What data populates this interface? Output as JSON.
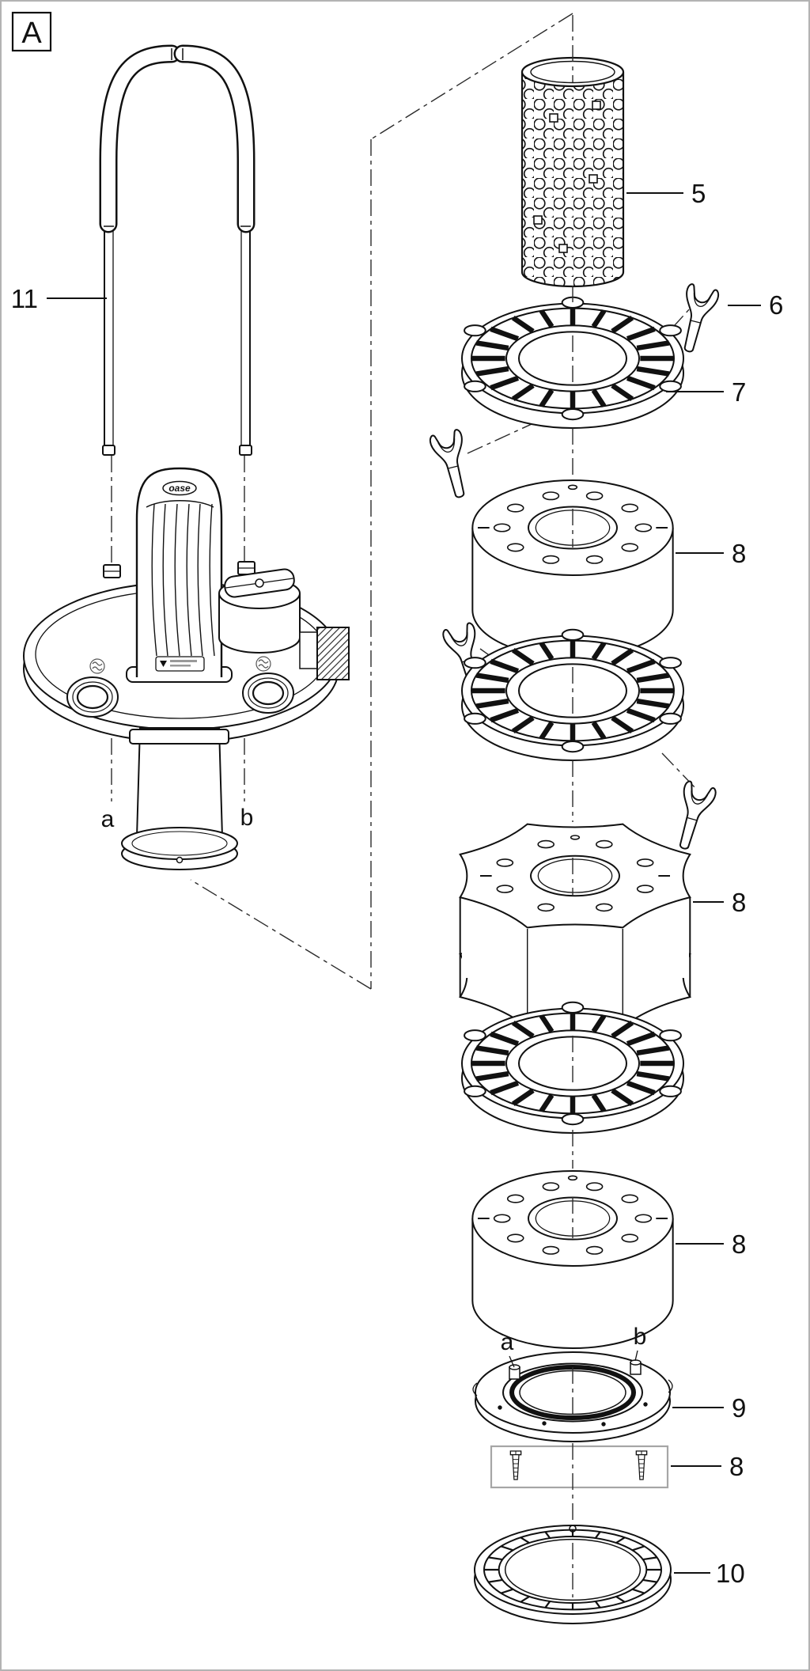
{
  "figure": {
    "panel_label": "A"
  },
  "callouts": {
    "strainer": "5",
    "clip": "6",
    "grid_plate": "7",
    "foam": "8",
    "mounting_ring": "9",
    "base_ring": "10",
    "handle": "11"
  },
  "markers": {
    "a": "a",
    "b": "b"
  },
  "brand": {
    "motor_logo": "oase"
  }
}
